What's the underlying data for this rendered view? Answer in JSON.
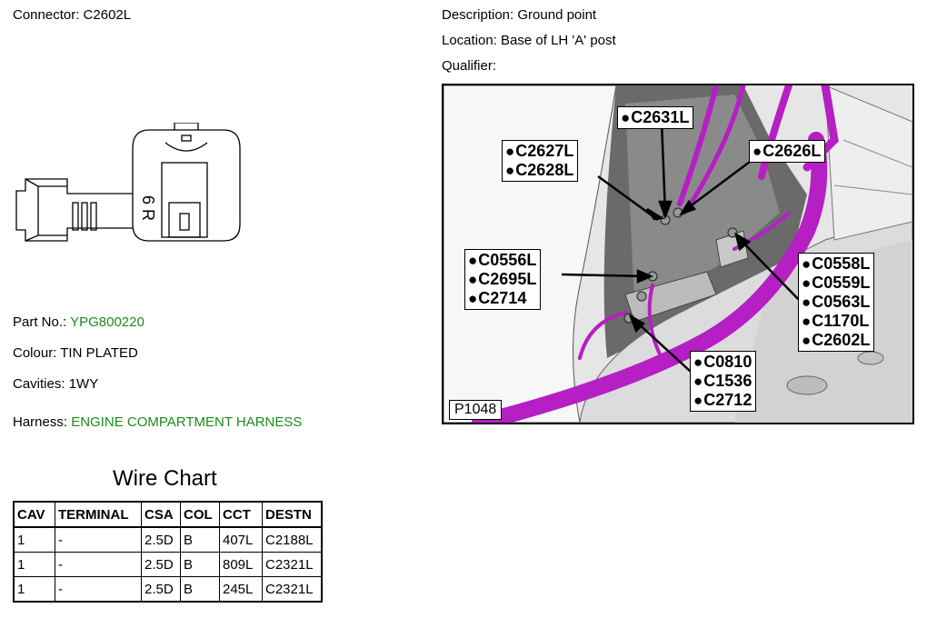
{
  "connector": {
    "label": "Connector: ",
    "value": "C2602L"
  },
  "description": {
    "label": "Description: ",
    "value": "Ground point"
  },
  "location": {
    "label": "Location: ",
    "value": "Base of LH 'A' post"
  },
  "qualifier": {
    "label": "Qualifier:",
    "value": ""
  },
  "part_no": {
    "label": "Part No.: ",
    "value": "YPG800220"
  },
  "colour": {
    "label": "Colour: ",
    "value": "TIN PLATED"
  },
  "cavities": {
    "label": "Cavities: ",
    "value": "1WY"
  },
  "harness": {
    "label": "Harness: ",
    "value": "ENGINE COMPARTMENT HARNESS"
  },
  "drawing": {
    "text": "6 R"
  },
  "photo": {
    "reference": "P1048",
    "callouts": [
      {
        "lines": [
          "C2631L"
        ]
      },
      {
        "lines": [
          "C2627L",
          "C2628L"
        ]
      },
      {
        "lines": [
          "C2626L"
        ]
      },
      {
        "lines": [
          "C0556L",
          "C2695L",
          "C2714"
        ]
      },
      {
        "lines": [
          "C0558L",
          "C0559L",
          "C0563L",
          "C1170L",
          "C2602L"
        ]
      },
      {
        "lines": [
          "C0810",
          "C1536",
          "C2712"
        ]
      }
    ]
  },
  "wire_chart": {
    "title": "Wire Chart",
    "headers": [
      "CAV",
      "TERMINAL",
      "CSA",
      "COL",
      "CCT",
      "DESTN"
    ],
    "rows": [
      [
        "1",
        "-",
        "2.5D",
        "B",
        "407L",
        "C2188L"
      ],
      [
        "1",
        "-",
        "2.5D",
        "B",
        "809L",
        "C2321L"
      ],
      [
        "1",
        "-",
        "2.5D",
        "B",
        "245L",
        "C2321L"
      ]
    ]
  },
  "colors": {
    "accent_green": "#1a8c1a",
    "harness_purple": "#b51fc4"
  }
}
